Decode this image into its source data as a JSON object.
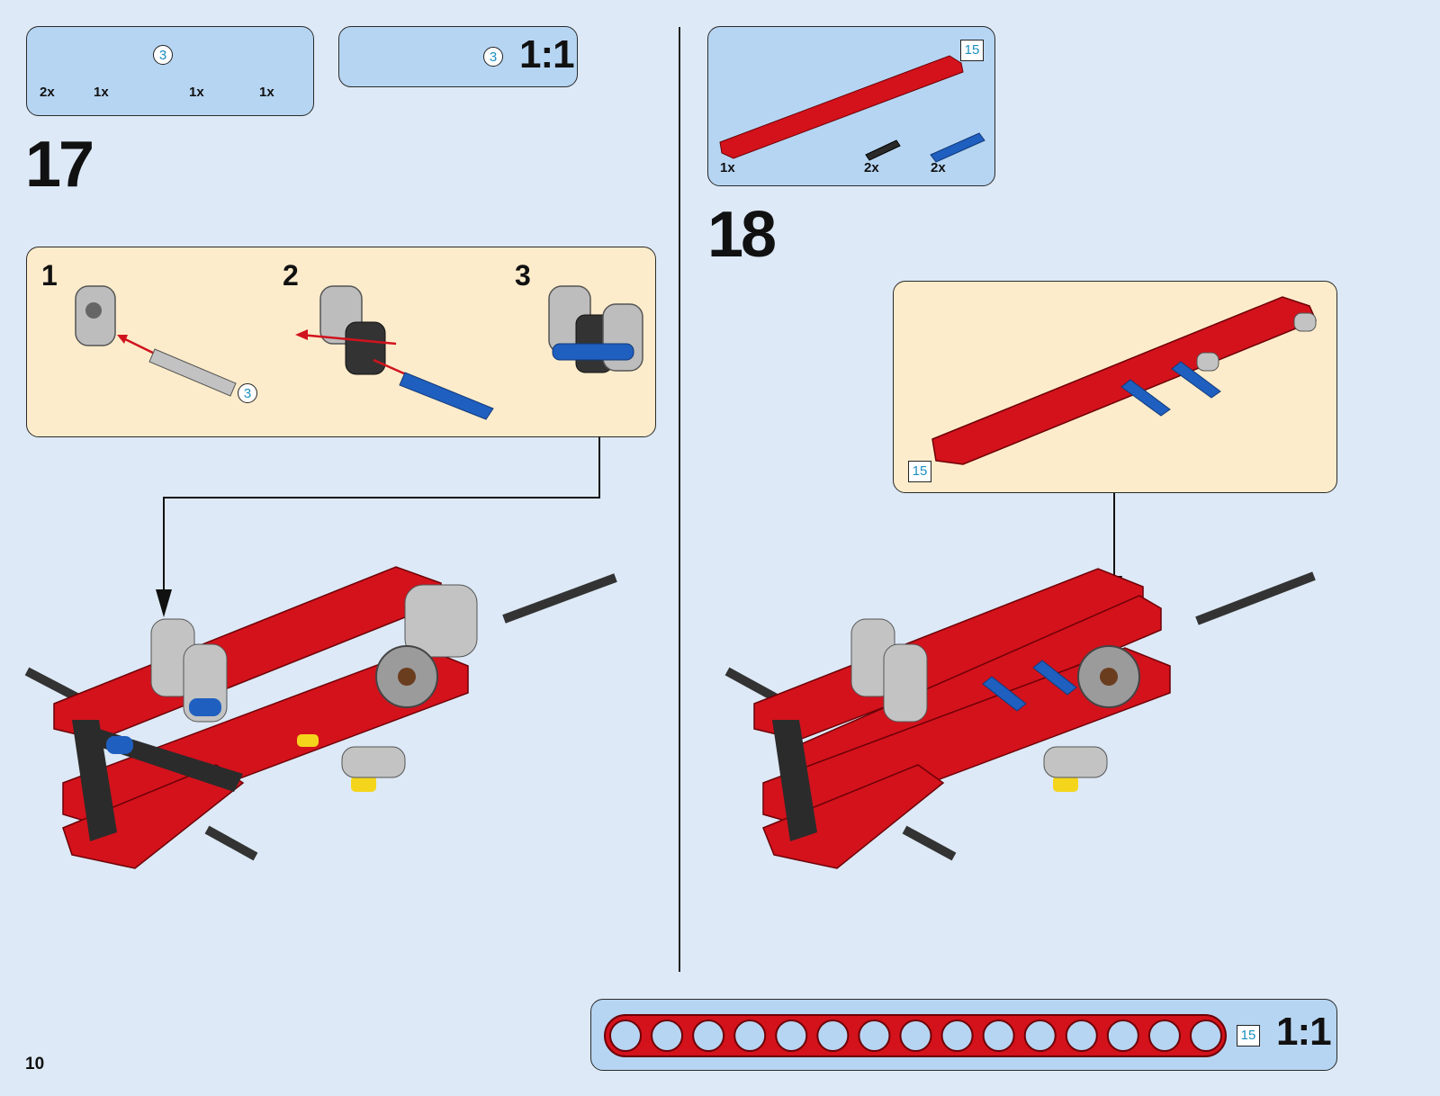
{
  "step17": {
    "number": "17",
    "parts": [
      {
        "icon": "connector-icon",
        "qty": "2x"
      },
      {
        "icon": "axle-3-icon",
        "qty": "1x",
        "ref": "3"
      },
      {
        "icon": "blue-pin-icon",
        "qty": "1x"
      },
      {
        "icon": "black-bush-icon",
        "qty": "1x"
      }
    ],
    "scale": {
      "ref": "3",
      "label": "1:1"
    },
    "substeps": [
      "1",
      "2",
      "3"
    ],
    "sub1_ref": "3"
  },
  "step18": {
    "number": "18",
    "parts": [
      {
        "icon": "red-beam-15-icon",
        "qty": "1x",
        "ref": "15"
      },
      {
        "icon": "black-pin-icon",
        "qty": "2x"
      },
      {
        "icon": "blue-pin-icon",
        "qty": "2x"
      }
    ],
    "callout_ref": "15"
  },
  "bottom_scale": {
    "ref": "15",
    "label": "1:1"
  },
  "page_number": "10",
  "colors": {
    "background": "#dde9f6",
    "parts_box": "#b6d5f2",
    "callout": "#fdeccb",
    "beam": "#d3121c",
    "pin": "#1f5fbf"
  }
}
